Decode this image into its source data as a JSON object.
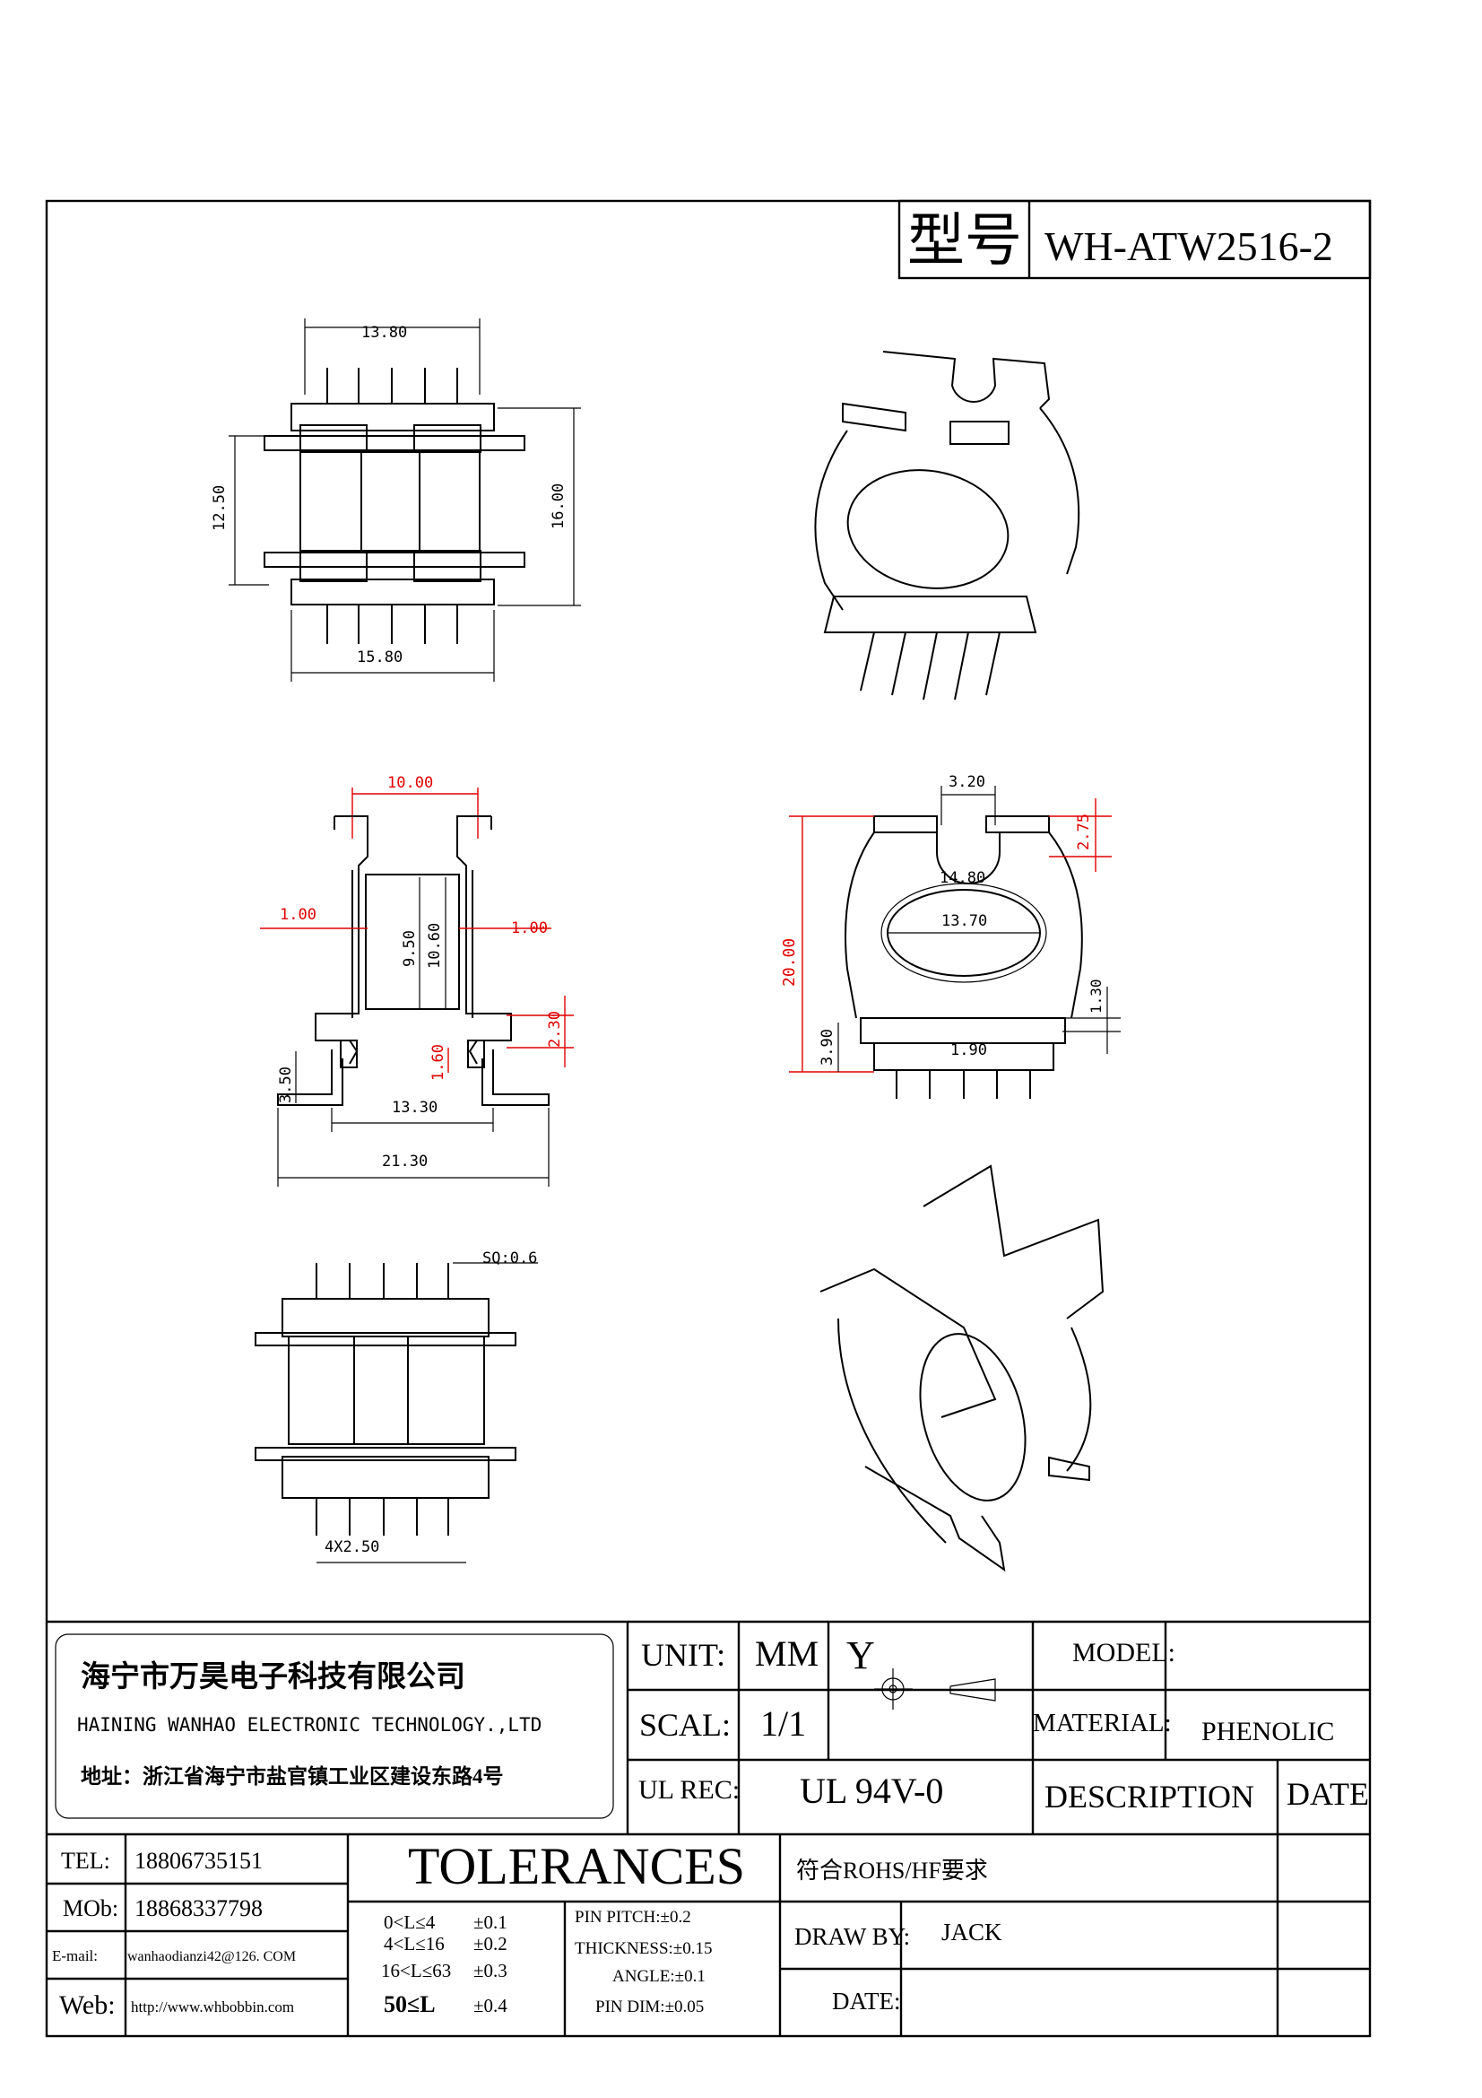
{
  "title_block": {
    "model_label": "型号",
    "model_value": "WH-ATW2516-2"
  },
  "dimensions": {
    "top_view": {
      "width_top": "13.80",
      "height_left": "12.50",
      "height_right": "16.00",
      "width_bottom": "15.80"
    },
    "front_view": {
      "top": "10.00",
      "left_wall": "1.00",
      "right_wall": "1.00",
      "inner_h1": "9.50",
      "inner_h2": "10.60",
      "flange_h": "2.30",
      "pin_off": "1.60",
      "pin_h": "3.50",
      "inner_w": "13.30",
      "overall_w": "21.30"
    },
    "side_view": {
      "slot": "3.20",
      "slot_depth": "2.75",
      "outer_w": "14.80",
      "inner_w": "13.70",
      "height": "20.00",
      "base_h": "3.90",
      "base_step": "1.30",
      "pin_pitch": "1.90"
    },
    "bottom_view": {
      "pin_sq": "SQ:0.6",
      "pitch": "4X2.50"
    }
  },
  "company": {
    "name_cn": "海宁市万昊电子科技有限公司",
    "name_en": "HAINING WANHAO ELECTRONIC TECHNOLOGY.,LTD",
    "address": "地址：浙江省海宁市盐官镇工业区建设东路4号"
  },
  "contact": {
    "tel_label": "TEL:",
    "tel": "18806735151",
    "mob_label": "MOb:",
    "mob": "18868337798",
    "email_label": "E-mail:",
    "email": "wanhaodianzi42@126. COM",
    "web_label": "Web:",
    "web": "http://www.whbobbin.com"
  },
  "specs": {
    "unit_label": "UNIT:",
    "unit": "MM",
    "scale_label": "SCAL:",
    "scale": "1/1",
    "ul_label": "UL REC:",
    "ul": "UL 94V-0",
    "projection_mark": "Y",
    "model_label": "MODEL:",
    "material_label": "MATERIAL:",
    "material": "PHENOLIC",
    "description_label": "DESCRIPTION",
    "date_label": "DATE"
  },
  "tolerances": {
    "title": "TOLERANCES",
    "rows": [
      {
        "range": "0<L≤4",
        "tol": "±0.1"
      },
      {
        "range": "4<L≤16",
        "tol": "±0.2"
      },
      {
        "range": "16<L≤63",
        "tol": "±0.3"
      },
      {
        "range": "50≤L",
        "tol": "±0.4"
      }
    ],
    "extra": [
      "PIN PITCH:±0.2",
      "THICKNESS:±0.15",
      "ANGLE:±0.1",
      "PIN DIM:±0.05"
    ]
  },
  "approval": {
    "rohs": "符合ROHS/HF要求",
    "draw_label": "DRAW BY:",
    "draw_by": "JACK",
    "date_label": "DATE:"
  }
}
